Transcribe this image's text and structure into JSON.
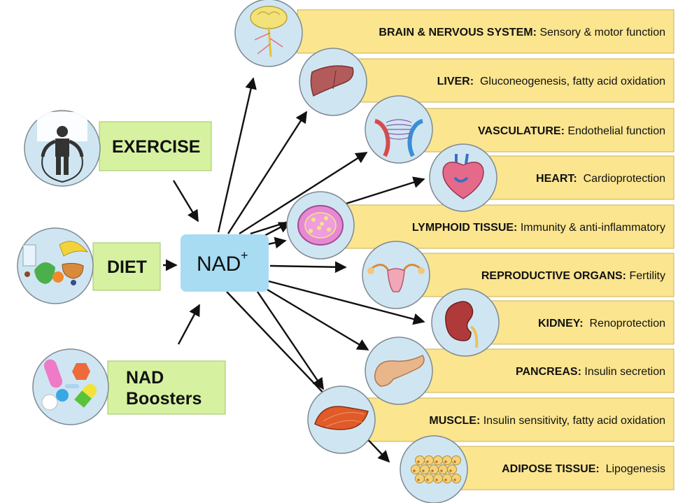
{
  "colors": {
    "organ_box": "#fbe58f",
    "organ_box_border": "#c9b25a",
    "input_box": "#d6f2a0",
    "input_box_border": "#9fc46a",
    "nad_box": "#a7dcf2",
    "circle_fill": "#cfe6f2",
    "circle_border": "#7f8a93",
    "arrow": "#111111"
  },
  "center": {
    "label": "NAD",
    "superscript": "+"
  },
  "inputs": [
    {
      "id": "exercise",
      "lines": [
        "EXERCISE"
      ],
      "icon": "jump-rope-person-icon"
    },
    {
      "id": "diet",
      "lines": [
        "DIET"
      ],
      "icon": "food-icon"
    },
    {
      "id": "boosters",
      "lines": [
        "NAD",
        "Boosters"
      ],
      "icon": "pills-icon"
    }
  ],
  "organs": [
    {
      "id": "brain",
      "title": "BRAIN & NERVOUS SYSTEM:",
      "desc": " Sensory & motor function",
      "icon": "brain-icon"
    },
    {
      "id": "liver",
      "title": "LIVER:",
      "desc": "  Gluconeogenesis, fatty acid oxidation",
      "icon": "liver-icon"
    },
    {
      "id": "vasculature",
      "title": "VASCULATURE:",
      "desc": " Endothelial function",
      "icon": "blood-vessel-icon"
    },
    {
      "id": "heart",
      "title": "HEART:",
      "desc": "  Cardioprotection",
      "icon": "heart-icon"
    },
    {
      "id": "lymphoid",
      "title": "LYMPHOID TISSUE:",
      "desc": " Immunity & anti-inflammatory",
      "icon": "lymph-node-icon"
    },
    {
      "id": "reproductive",
      "title": "REPRODUCTIVE ORGANS:",
      "desc": " Fertility",
      "icon": "uterus-icon"
    },
    {
      "id": "kidney",
      "title": "KIDNEY:",
      "desc": "  Renoprotection",
      "icon": "kidney-icon"
    },
    {
      "id": "pancreas",
      "title": "PANCREAS:",
      "desc": " Insulin secretion",
      "icon": "pancreas-icon"
    },
    {
      "id": "muscle",
      "title": "MUSCLE:",
      "desc": " Insulin sensitivity, fatty acid oxidation",
      "icon": "muscle-icon"
    },
    {
      "id": "adipose",
      "title": "ADIPOSE TISSUE:",
      "desc": "  Lipogenesis",
      "icon": "fat-cells-icon"
    }
  ]
}
